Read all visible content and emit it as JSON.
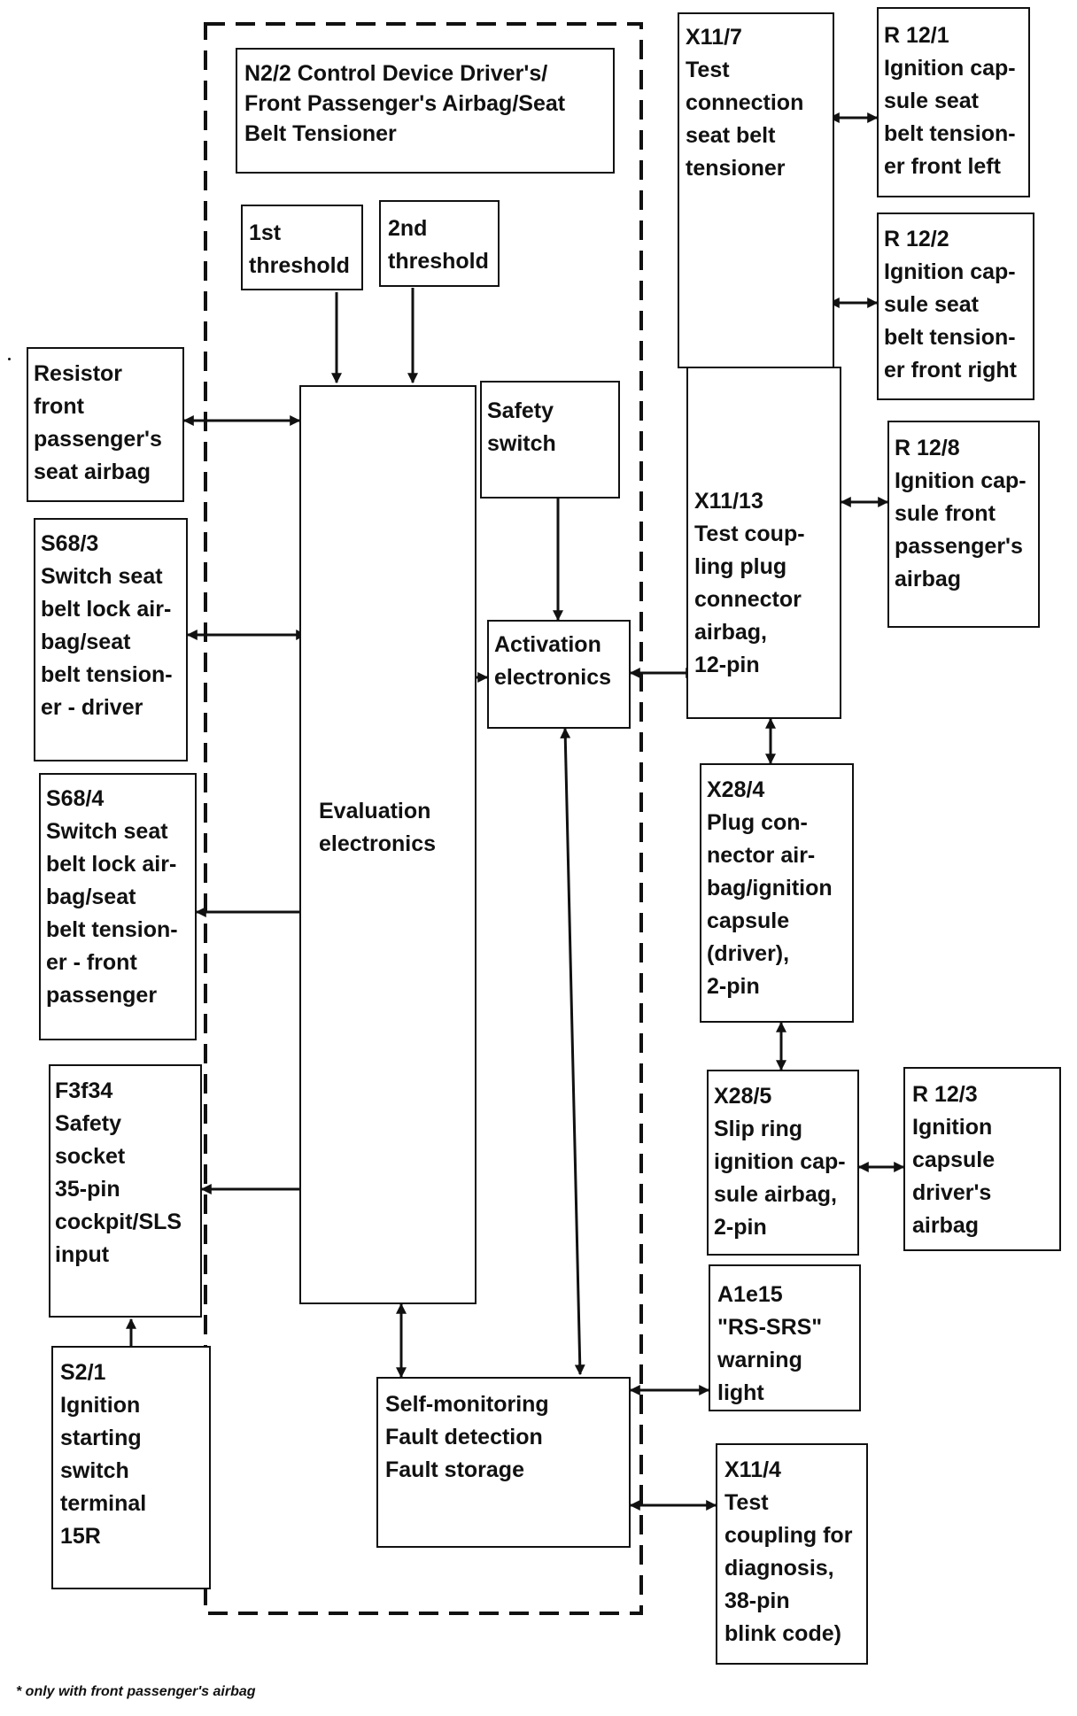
{
  "control_unit": {
    "title": "N2/2 Control Device Driver's/\nFront Passenger's Airbag/Seat\nBelt Tensioner"
  },
  "internal": {
    "threshold1": "1st\nthreshold",
    "threshold2": "2nd\nthreshold",
    "evaluation": "Evaluation\nelectronics",
    "safety_switch": "Safety\nswitch",
    "activation": "Activation\nelectronics",
    "self_monitoring": "Self-monitoring\nFault detection\nFault storage"
  },
  "left": {
    "resistor": "Resistor\nfront\npassenger's\nseat airbag",
    "s68_3": "S68/3\nSwitch seat\nbelt lock air-\nbag/seat\nbelt tension-\ner - driver",
    "s68_4": "S68/4\nSwitch seat\nbelt lock air-\nbag/seat\nbelt tension-\ner - front\npassenger",
    "f3f34": "F3f34\nSafety\nsocket\n35-pin\ncockpit/SLS\ninput",
    "s2_1": "S2/1\nIgnition\nstarting\nswitch\nterminal\n15R"
  },
  "right": {
    "x11_7": "X11/7\nTest\nconnection\nseat belt\ntensioner",
    "x11_13": "X11/13\nTest coup-\nling plug\nconnector\nairbag,\n12-pin",
    "r12_1": "R 12/1\nIgnition cap-\nsule seat\nbelt tension-\ner front left",
    "r12_2": "R 12/2\nIgnition cap-\nsule seat\nbelt tension-\ner front right",
    "r12_8": "R 12/8\nIgnition cap-\nsule front\npassenger's\nairbag",
    "x28_4": "X28/4\nPlug con-\nnector air-\nbag/ignition\ncapsule\n(driver),\n2-pin",
    "x28_5": "X28/5\nSlip ring\nignition cap-\nsule airbag,\n2-pin",
    "r12_3": "R 12/3\nIgnition\ncapsule\ndriver's\nairbag",
    "a1e15": "A1e15\n\"RS-SRS\"\nwarning\nlight",
    "x11_4": "X11/4\nTest\ncoupling for\ndiagnosis,\n38-pin\nblink code)"
  },
  "footnote": "* only with front passenger's airbag"
}
